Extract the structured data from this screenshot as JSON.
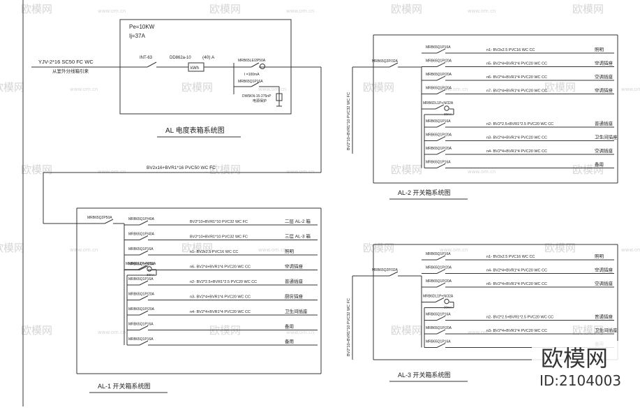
{
  "meter_box": {
    "pe": "Pe=10KW",
    "ij": "Ij=37A",
    "main_switch": "INT-63",
    "meter_model": "DD862a-10",
    "meter_rating": "(40) A",
    "meter_label": "kWh",
    "breaker_top": "MRB65LE/2P50A",
    "leakage": "I =100mA",
    "breaker_bottom": "MRB65Q1P16A",
    "spd": "DW5KN-15-275nP",
    "spd_note": "电源保护",
    "feeder": "YJV-2*16  SC50  FC  WC",
    "feeder_note": "从室外分线箱引来",
    "caption": "AL  电度表箱系统图",
    "link_cable": "BV2x16+BVR1*16  PVC50  WC  FC"
  },
  "al1": {
    "incoming_breaker": "MRB65Q2P50A",
    "caption": "AL-1   开关箱系统图",
    "branches": [
      {
        "breaker": "MRB65Q1P/40A",
        "cable": "BV2*10+BVR1*10  PVC32  WC  FC",
        "load": "二层    AL-2  箱"
      },
      {
        "breaker": "MRB65Q1P/40A",
        "cable": "BV2*10+BVR1*10  PVC32  WC  FC",
        "load": "三层    AL-3  箱"
      },
      {
        "breaker": "MRB65Q1P16A",
        "cable": "n1- BV2x2.5  PVC16  WC  CC",
        "load": "照明"
      },
      {
        "breaker": "MRB65Q1P/20A",
        "cable": "n6- BV2*4+BVR1*4  PVC20  WC  CC",
        "load": "空调插座"
      },
      {
        "breaker": "MRB65Q1P16A",
        "cable": "n2- BV2*2.5+BVR1*2.5  PVC20  WC  CC",
        "load": "普通插座"
      },
      {
        "breaker": "MRB65Q1P/20A",
        "cable": "n3- BV2*4+BVR1*4  PVC20  WC  CC",
        "load": "厨房插座"
      },
      {
        "breaker": "MRB65Q1P/20A",
        "cable": "n4- BV2*4+BVR1*4  PVC20  WC  CC",
        "load": "卫生间插座"
      },
      {
        "breaker": "MRB65Q1P16A",
        "cable": "",
        "load": "备用"
      },
      {
        "breaker": "MRB65Q1P16A",
        "cable": "",
        "load": "备用"
      }
    ],
    "rcd": "MRB6DL1P+N/32A",
    "rcd_leak": "30mA"
  },
  "al2": {
    "incoming_breaker": "MRB65Q2P/32A",
    "riser_cable": "BV2*10+BVR1*10  PVC32  WC  FC",
    "caption": "AL-2   开关箱系统图",
    "branches": [
      {
        "breaker": "MRB65Q1P16A",
        "cable": "n1- BV2x2.5  PVC16  WC  CC",
        "load": "照明"
      },
      {
        "breaker": "MRB65Q1P/20A",
        "cable": "n5- BV2*4+BVR1*4  PVC20  WC  CC",
        "load": "空调插座"
      },
      {
        "breaker": "MRB65Q1P/20A",
        "cable": "n6- BV2*4+BVR1*4  PVC20  WC  CC",
        "load": "空调插座"
      },
      {
        "breaker": "MRB65Q1P/20A",
        "cable": "n7- BV2*4+BVR1*4  PVC20  WC  CC",
        "load": "空调插座"
      },
      {
        "breaker": "MRB65Q1P16A",
        "cable": "n2- BV2*2.5+BVR1*2.5  PVC20  WC  CC",
        "load": "普通插座"
      },
      {
        "breaker": "MRB65Q1P/20A",
        "cable": "n3- BV2*4+BVR1*4  PVC20  WC  CC",
        "load": "卫生间插座"
      },
      {
        "breaker": "MRB65Q1P/20A",
        "cable": "n4- BV2*4+BVR1*4  PVC20  WC  CC",
        "load": "空调插座"
      },
      {
        "breaker": "MRB65Q1P16A",
        "cable": "",
        "load": "备用"
      }
    ],
    "rcd": "MRB6DL1P+N/32A",
    "rcd_leak": "30mA"
  },
  "al3": {
    "incoming_breaker": "MRB65Q2P/32A",
    "riser_cable": "BV2*10+BVR1*10  PVC32  WC  FC",
    "caption": "AL-3   开关箱系统图",
    "branches": [
      {
        "breaker": "MRB65Q1P16A",
        "cable": "n1- BV2x2.5  PVC16  WC  CC",
        "load": "照明"
      },
      {
        "breaker": "MRB65Q1P/20A",
        "cable": "n4- BV2*4+BVR1*4  PVC20  WC  CC",
        "load": "空调插座"
      },
      {
        "breaker": "MRB65Q1P/20A",
        "cable": "n5- BV2*4+BVR1*4  PVC20  WC  CC",
        "load": "空调插座"
      },
      {
        "breaker": "MRB65Q1P16A",
        "cable": "n2- BV2*2.5+BVR1*2.5  PVC20  WC  CC",
        "load": "普通插座"
      },
      {
        "breaker": "MRB65Q1P/20A",
        "cable": "n3- BV2*4+BVR1*4  PVC20  WC  CC",
        "load": "卫生间插座"
      },
      {
        "breaker": "MRB65Q1P16A",
        "cable": "",
        "load": "备用"
      }
    ],
    "rcd": "MRB6DL1P+N/32A",
    "rcd_leak": "30mA"
  },
  "watermark": {
    "text": "欧模网",
    "site": "www.om.cn"
  },
  "brand": {
    "name": "欧模网",
    "id": "ID:2104003"
  }
}
